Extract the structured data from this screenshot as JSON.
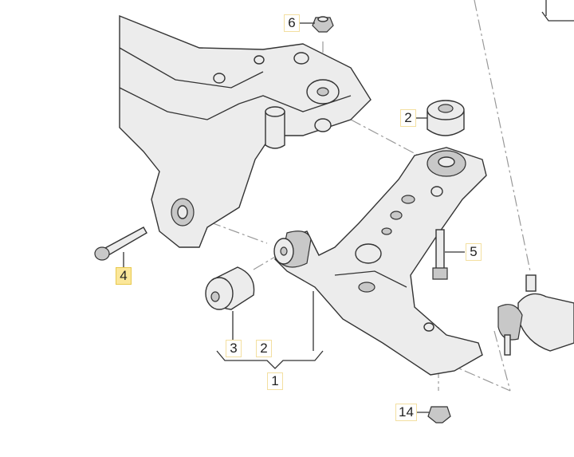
{
  "diagram": {
    "title": "Front lower control arm exploded view",
    "callouts": [
      {
        "id": "6",
        "label": "6"
      },
      {
        "id": "2a",
        "label": "2"
      },
      {
        "id": "5",
        "label": "5"
      },
      {
        "id": "4",
        "label": "4",
        "highlighted": true
      },
      {
        "id": "3",
        "label": "3"
      },
      {
        "id": "2b",
        "label": "2"
      },
      {
        "id": "1",
        "label": "1"
      },
      {
        "id": "14",
        "label": "14"
      }
    ],
    "highlight_color": "#fbe79a",
    "label_border_color": "#f3dfa0"
  }
}
